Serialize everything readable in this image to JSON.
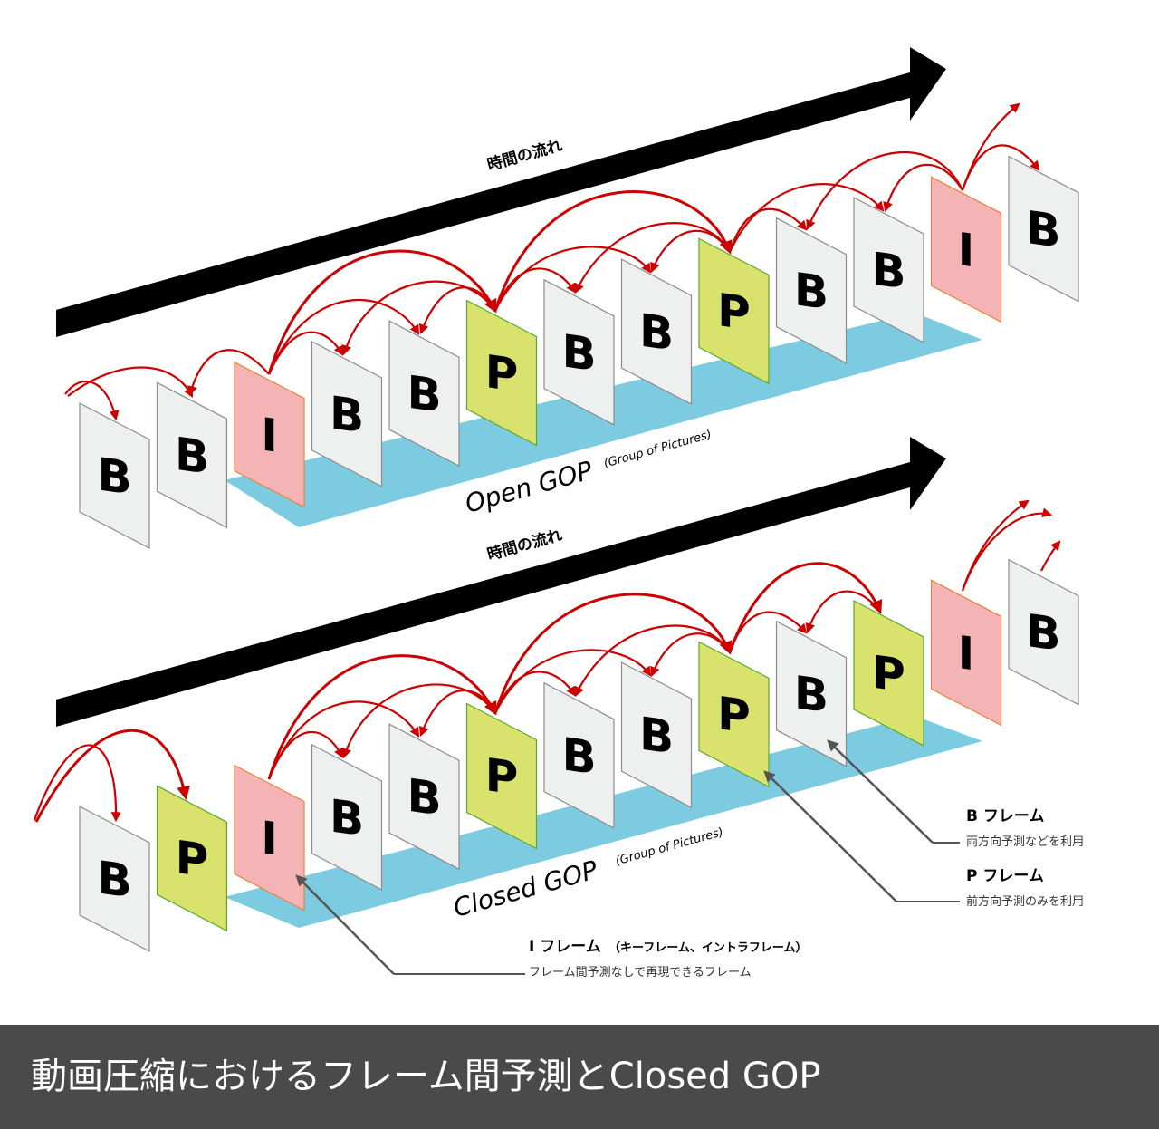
{
  "time_flow_label": "時間の流れ",
  "open_gop": {
    "title": "Open GOP",
    "subtitle": "(Group of Pictures)",
    "frames": [
      "B",
      "B",
      "I",
      "B",
      "B",
      "P",
      "B",
      "B",
      "P",
      "B",
      "B",
      "I",
      "B"
    ]
  },
  "closed_gop": {
    "title": "Closed GOP",
    "subtitle": "(Group of Pictures)",
    "frames": [
      "B",
      "P",
      "I",
      "B",
      "B",
      "P",
      "B",
      "B",
      "P",
      "B",
      "P",
      "I",
      "B"
    ]
  },
  "legend": {
    "i_frame": {
      "title": "I フレーム",
      "note": "（キーフレーム、イントラフレーム）",
      "desc": "フレーム間予測なしで再現できるフレーム"
    },
    "p_frame": {
      "title": "P フレーム",
      "desc": "前方向予測のみを利用"
    },
    "b_frame": {
      "title": "B フレーム",
      "desc": "両方向予測などを利用"
    }
  },
  "caption": "動画圧縮におけるフレーム間予測とClosed GOP",
  "colors": {
    "I": "#f4b4b6",
    "I_border": "#e8823c",
    "P": "#d8e26c",
    "P_border": "#5aa832",
    "B": "#eeefef",
    "B_border": "#8c8c8c",
    "platform": "#7ccbe0",
    "arrow": "#cc0000",
    "timeline": "#000000",
    "pointer": "#555555"
  }
}
